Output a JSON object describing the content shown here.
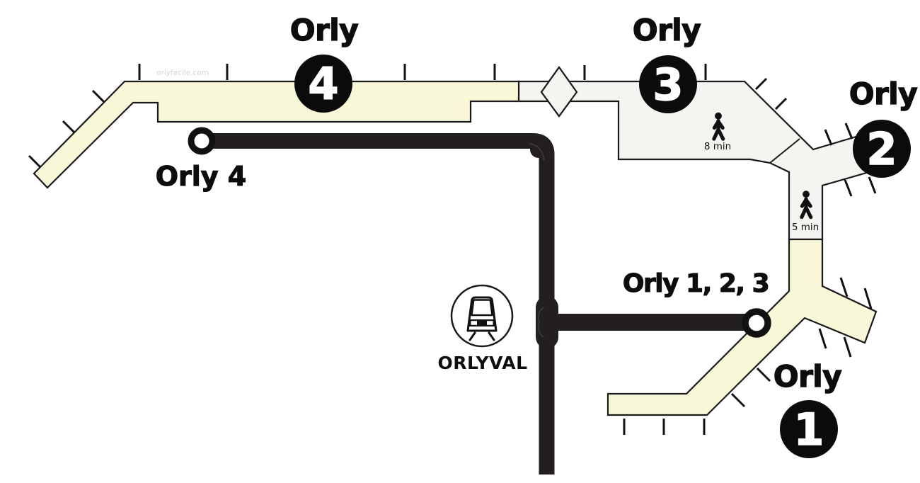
{
  "map": {
    "watermark": "orlyfacile.com",
    "colors": {
      "terminal_fill": "#f8f8d8",
      "connector_fill": "#f4f4f1",
      "line": "#231f20",
      "badge": "#0b0b0b",
      "outline": "#1a1a1a",
      "watermark_text": "#cfcfcf"
    },
    "terminals": {
      "t1": {
        "label": "Orly",
        "badge": "1"
      },
      "t2": {
        "label": "Orly",
        "badge": "2"
      },
      "t3": {
        "label": "Orly",
        "badge": "3"
      },
      "t4": {
        "label": "Orly",
        "badge": "4"
      }
    },
    "stations": {
      "orly4": {
        "label": "Orly 4"
      },
      "orly123": {
        "label": "Orly 1, 2, 3"
      }
    },
    "line": {
      "name": "ORLYVAL"
    },
    "walks": {
      "w8": {
        "label": "8 min"
      },
      "w5": {
        "label": "5 min"
      }
    }
  }
}
